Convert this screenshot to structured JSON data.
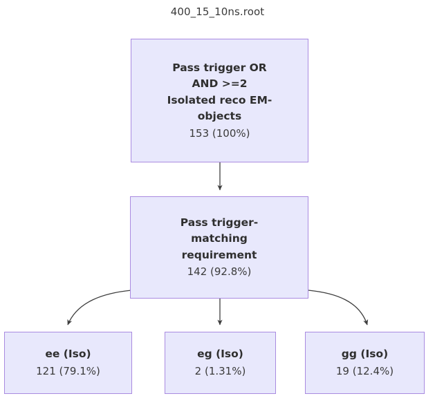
{
  "title": "400_15_10ns.root",
  "colors": {
    "node_fill": "#e8e8fc",
    "node_border": "#a98ae0",
    "edge": "#3d3d3d",
    "text": "#2f2f2f",
    "background": "#ffffff"
  },
  "nodes": {
    "root": {
      "label": "Pass trigger OR\nAND >=2\nIsolated reco EM-\nobjects",
      "count": "153 (100%)"
    },
    "match": {
      "label": "Pass trigger-\nmatching\nrequirement",
      "count": "142 (92.8%)"
    },
    "ee": {
      "label": "ee (Iso)",
      "count": "121 (79.1%)"
    },
    "eg": {
      "label": "eg (Iso)",
      "count": "2 (1.31%)"
    },
    "gg": {
      "label": "gg (Iso)",
      "count": "19 (12.4%)"
    }
  },
  "edges": [
    {
      "name": "root-to-match",
      "from": "root",
      "to": "match",
      "shape": "straight"
    },
    {
      "name": "match-to-ee",
      "from": "match",
      "to": "ee",
      "shape": "curve-left"
    },
    {
      "name": "match-to-eg",
      "from": "match",
      "to": "eg",
      "shape": "straight"
    },
    {
      "name": "match-to-gg",
      "from": "match",
      "to": "gg",
      "shape": "curve-right"
    }
  ]
}
